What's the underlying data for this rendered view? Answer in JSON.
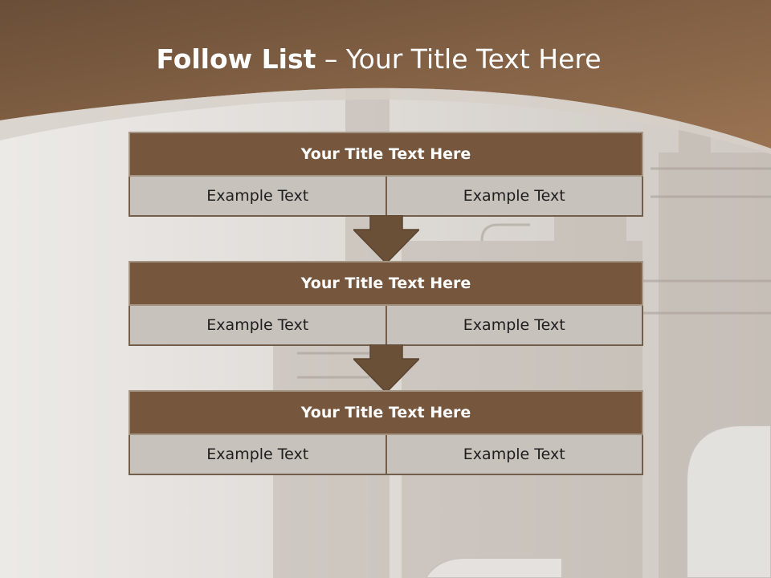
{
  "slide": {
    "title_bold": "Follow List",
    "title_rest": " – Your Title Text Here"
  },
  "blocks": [
    {
      "title": "Your Title Text Here",
      "left_text": "Example Text",
      "right_text": "Example Text"
    },
    {
      "title": "Your Title Text Here",
      "left_text": "Example Text",
      "right_text": "Example Text"
    },
    {
      "title": "Your Title Text Here",
      "left_text": "Example Text",
      "right_text": "Example Text"
    }
  ],
  "colors": {
    "header_brown": "#8c6a4d",
    "block_title_bg": "#76573e",
    "block_cell_bg": "#c8c2bc",
    "arrow": "#6b5038"
  }
}
